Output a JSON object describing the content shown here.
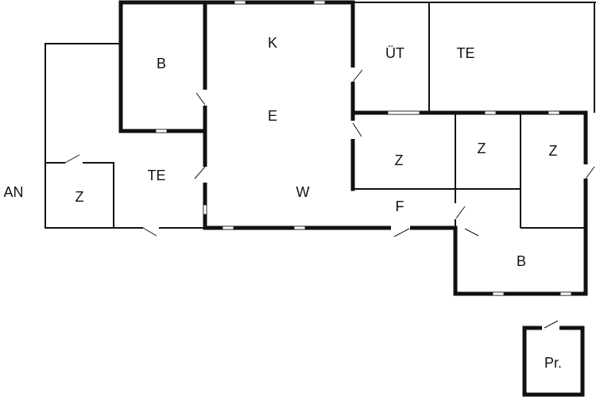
{
  "plan": {
    "rooms": [
      {
        "id": "kitchen",
        "label": "K"
      },
      {
        "id": "bedroom-1",
        "label": "B"
      },
      {
        "id": "dining",
        "label": "E"
      },
      {
        "id": "utility",
        "label": "ÜT"
      },
      {
        "id": "terrace-1",
        "label": "TE"
      },
      {
        "id": "room-1",
        "label": "Z"
      },
      {
        "id": "room-2",
        "label": "Z"
      },
      {
        "id": "room-3",
        "label": "Z"
      },
      {
        "id": "terrace-2",
        "label": "TE"
      },
      {
        "id": "annex",
        "label": "AN"
      },
      {
        "id": "room-4",
        "label": "Z"
      },
      {
        "id": "living",
        "label": "W"
      },
      {
        "id": "hallway",
        "label": "F"
      },
      {
        "id": "bathroom-2",
        "label": "B"
      },
      {
        "id": "privy",
        "label": "Pr."
      }
    ]
  }
}
